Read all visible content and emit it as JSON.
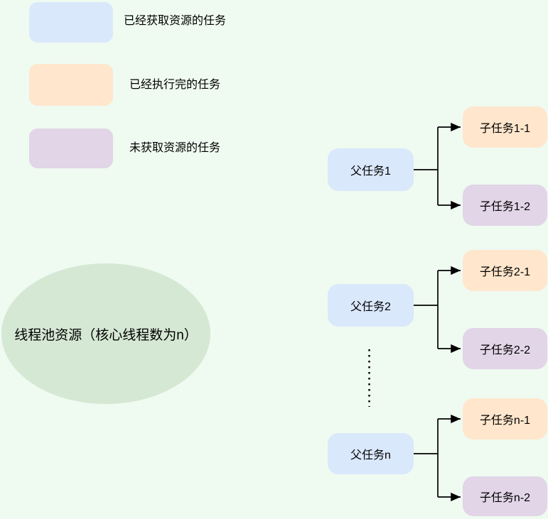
{
  "canvas": {
    "background": "#effaf1"
  },
  "colors": {
    "task_acquired": "#dae8fc",
    "task_finished": "#ffe6cc",
    "task_waiting": "#e1d5e7",
    "thread_pool": "#d5e8d4",
    "connector": "#000000",
    "text": "#000000"
  },
  "legend": {
    "items": [
      {
        "label": "已经获取资源的任务",
        "state": "acquired",
        "color": "#dae8fc"
      },
      {
        "label": "已经执行完的任务",
        "state": "finished",
        "color": "#ffe6cc"
      },
      {
        "label": "未获取资源的任务",
        "state": "waiting",
        "color": "#e1d5e7"
      }
    ]
  },
  "thread_pool": {
    "label": "线程池资源（核心线程数为n）",
    "color": "#d5e8d4"
  },
  "task_groups": [
    {
      "parent": {
        "label": "父任务1",
        "state": "acquired",
        "color": "#dae8fc"
      },
      "children": [
        {
          "label": "子任务1-1",
          "state": "finished",
          "color": "#ffe6cc"
        },
        {
          "label": "子任务1-2",
          "state": "waiting",
          "color": "#e1d5e7"
        }
      ]
    },
    {
      "parent": {
        "label": "父任务2",
        "state": "acquired",
        "color": "#dae8fc"
      },
      "children": [
        {
          "label": "子任务2-1",
          "state": "finished",
          "color": "#ffe6cc"
        },
        {
          "label": "子任务2-2",
          "state": "waiting",
          "color": "#e1d5e7"
        }
      ]
    },
    {
      "parent": {
        "label": "父任务n",
        "state": "acquired",
        "color": "#dae8fc"
      },
      "children": [
        {
          "label": "子任务n-1",
          "state": "finished",
          "color": "#ffe6cc"
        },
        {
          "label": "子任务n-2",
          "state": "waiting",
          "color": "#e1d5e7"
        }
      ]
    }
  ]
}
